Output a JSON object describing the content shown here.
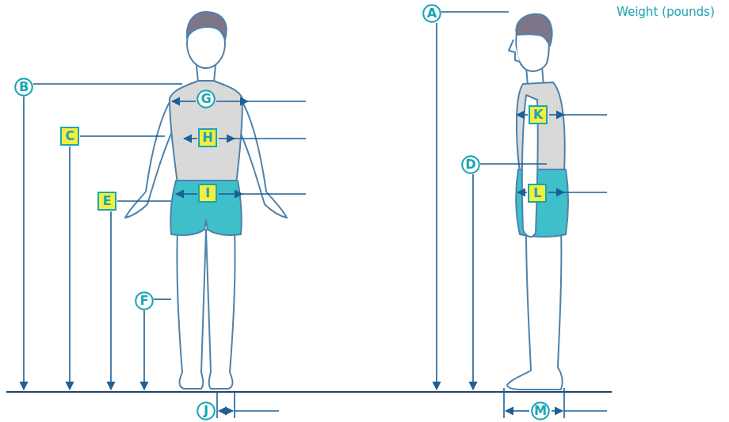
{
  "diagram": {
    "nodes": [
      {
        "text": [
          "A"
        ]
      },
      {
        "text": [
          "B"
        ]
      },
      {
        "text": [
          "C"
        ]
      },
      {
        "text": [
          "D"
        ]
      },
      {
        "text": [
          "E"
        ]
      },
      {
        "text": [
          "F"
        ]
      },
      {
        "text": [
          "G"
        ]
      },
      {
        "text": [
          "H"
        ]
      },
      {
        "text": [
          "I"
        ]
      },
      {
        "text": [
          "J"
        ]
      },
      {
        "text": [
          "K"
        ]
      },
      {
        "text": [
          "L"
        ]
      },
      {
        "text": [
          "M"
        ]
      }
    ],
    "labels": [
      "Weight (pounds)"
    ]
  }
}
